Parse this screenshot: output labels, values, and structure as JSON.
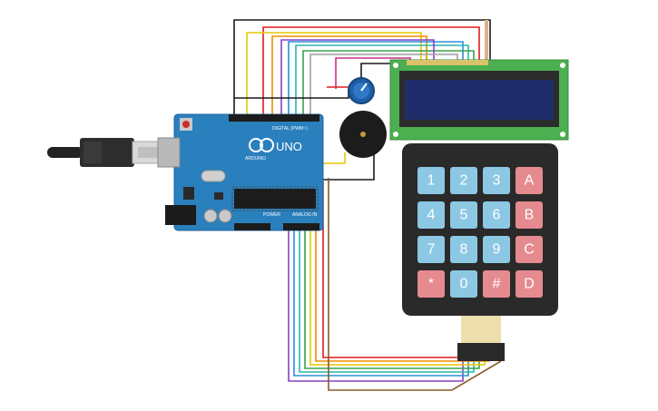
{
  "arduino": {
    "logo_text": "UNO",
    "brand_text": "ARDUINO",
    "digital_header": "DIGITAL (PWM~)",
    "power_header": "POWER",
    "analog_header": "ANALOG IN",
    "board_color": "#2a7fbd"
  },
  "keypad": {
    "keys": [
      [
        "1",
        "2",
        "3",
        "A"
      ],
      [
        "4",
        "5",
        "6",
        "B"
      ],
      [
        "7",
        "8",
        "9",
        "C"
      ],
      [
        "*",
        "0",
        "#",
        "D"
      ]
    ],
    "number_key_color": "#8cc8e4",
    "letter_key_color": "#e58a8f"
  },
  "lcd": {
    "pcb_color": "#4caf50",
    "screen_color": "#1f2d6b"
  },
  "wire_colors": {
    "black": "#1a1a1a",
    "red": "#e01b1b",
    "yellow": "#e6c700",
    "orange": "#f08c00",
    "green": "#3aa24a",
    "blue": "#2a8fd6",
    "purple": "#8a3fc8",
    "brown": "#8a5a2b",
    "magenta": "#c8308c",
    "teal": "#2bb5b0",
    "white": "#bdbdbd"
  }
}
